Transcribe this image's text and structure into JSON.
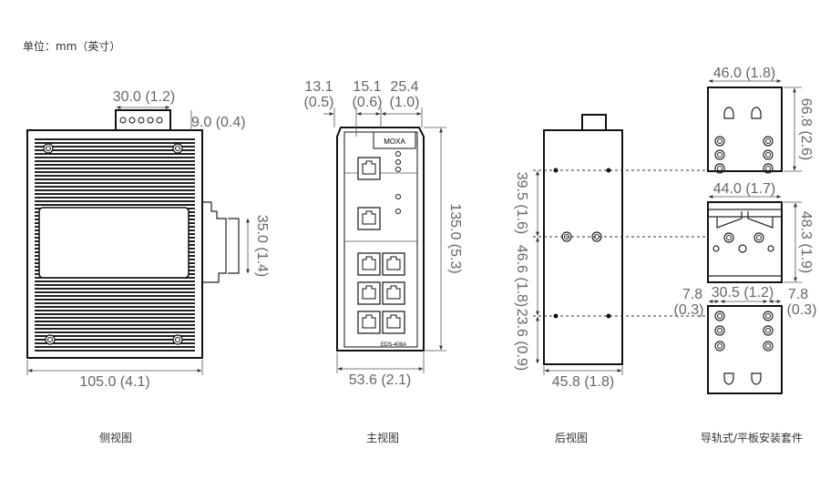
{
  "unit_label": "单位：mm（英寸）",
  "views": {
    "side": {
      "caption": "侧视图",
      "dims": {
        "connector_width": "30.0 (1.2)",
        "connector_height": "9.0 (0.4)",
        "din_height": "35.0 (1.4)",
        "width": "105.0 (4.1)"
      }
    },
    "front": {
      "caption": "主视图",
      "brand": "MOXA",
      "model": "EDS-408A",
      "dims": {
        "left_offset": "13.1",
        "left_offset_in": "(0.5)",
        "middle": "15.1",
        "middle_in": "(0.6)",
        "right": "25.4",
        "right_in": "(1.0)",
        "height": "135.0 (5.3)",
        "width": "53.6 (2.1)"
      }
    },
    "rear": {
      "caption": "后视图",
      "dims": {
        "top_segment": "39.5 (1.6)",
        "middle_segment": "46.6 (1.8)",
        "bottom_segment": "23.6 (0.9)",
        "width": "45.8 (1.8)"
      }
    },
    "din_kit": {
      "caption": "导轨式/平板安装套件",
      "dims": {
        "plate_width": "46.0 (1.8)",
        "plate_height": "66.8 (2.6)",
        "rail_width": "44.0 (1.7)",
        "rail_height": "48.3 (1.9)",
        "left_margin": "7.8",
        "left_margin_in": "(0.3)",
        "hole_spacing": "30.5 (1.2)",
        "right_margin": "7.8",
        "right_margin_in": "(0.3)"
      }
    }
  }
}
